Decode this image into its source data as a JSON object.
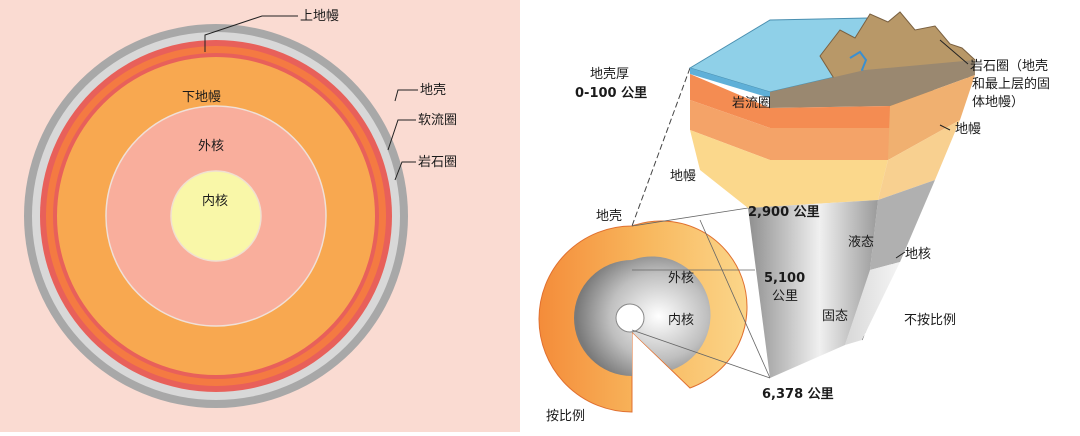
{
  "left_diagram": {
    "labels": {
      "upper_mantle": "上地幔",
      "lower_mantle": "下地幔",
      "outer_core": "外核",
      "inner_core": "内核",
      "crust": "地壳",
      "asthenosphere": "软流圈",
      "lithosphere": "岩石圈"
    },
    "colors": {
      "background": "#fadbd2",
      "crust": "#a8a8a8",
      "lithosphere": "#d8d8d8",
      "asthenosphere": "#e8605a",
      "upper_mantle": "#f47a42",
      "lower_mantle": "#f8a850",
      "outer_core": "#f9ae9c",
      "inner_core": "#f9f7a8"
    }
  },
  "right_diagram": {
    "labels": {
      "crust_thickness_title": "地壳厚",
      "crust_thickness_value": "0-100 公里",
      "asthenosphere": "岩流圈",
      "lithosphere_line1": "岩石圈（地壳",
      "lithosphere_line2": "和最上层的固",
      "lithosphere_line3": "体地幔）",
      "mantle_right": "地幔",
      "mantle_left": "地幔",
      "crust_left": "地壳",
      "depth_2900": "2,900 公里",
      "liquid": "液态",
      "core": "地核",
      "outer_core": "外核",
      "depth_5100_line1": "5,100",
      "depth_5100_line2": "公里",
      "inner_core": "内核",
      "solid": "固态",
      "not_to_scale": "不按比例",
      "depth_6378": "6,378 公里",
      "to_scale": "按比例"
    },
    "colors": {
      "ocean": "#8fd0e8",
      "land": "#b89868",
      "mantle_upper": "#f4a368",
      "mantle_mid": "#f8c27a",
      "mantle_lower": "#fbd88c",
      "core_gray": "#a0a0a0",
      "core_light": "#ececec"
    }
  }
}
